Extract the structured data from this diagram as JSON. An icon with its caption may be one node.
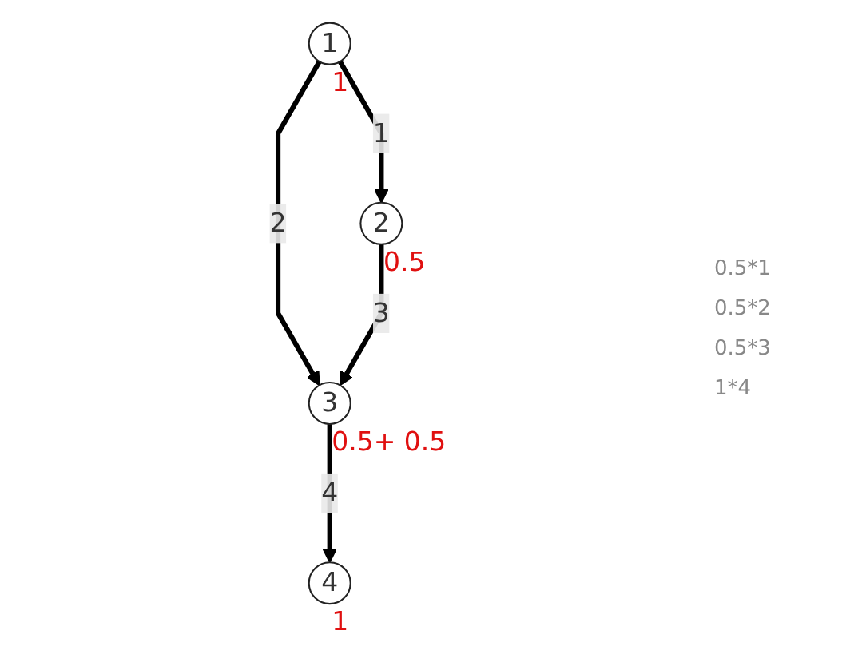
{
  "diagram": {
    "nodes": [
      {
        "text": [
          "1"
        ],
        "beside": [
          "1"
        ]
      },
      {
        "text": [
          "2"
        ],
        "beside": [
          "0.5"
        ]
      },
      {
        "text": [
          "3"
        ],
        "beside": [
          "0.5+ 0.5"
        ]
      },
      {
        "text": [
          "4"
        ],
        "beside": [
          "1"
        ]
      }
    ],
    "edges": [
      {
        "from": 0,
        "to": 1,
        "arrow": "to",
        "label": "1"
      },
      {
        "from": 0,
        "to": 2,
        "arrow": "to",
        "label": "2"
      },
      {
        "from": 1,
        "to": 2,
        "arrow": "to",
        "label": "3"
      },
      {
        "from": 2,
        "to": 3,
        "arrow": "to",
        "label": "4"
      }
    ],
    "labels": [
      "0.5*1",
      "0.5*2",
      "0.5*3",
      "1*4"
    ]
  }
}
